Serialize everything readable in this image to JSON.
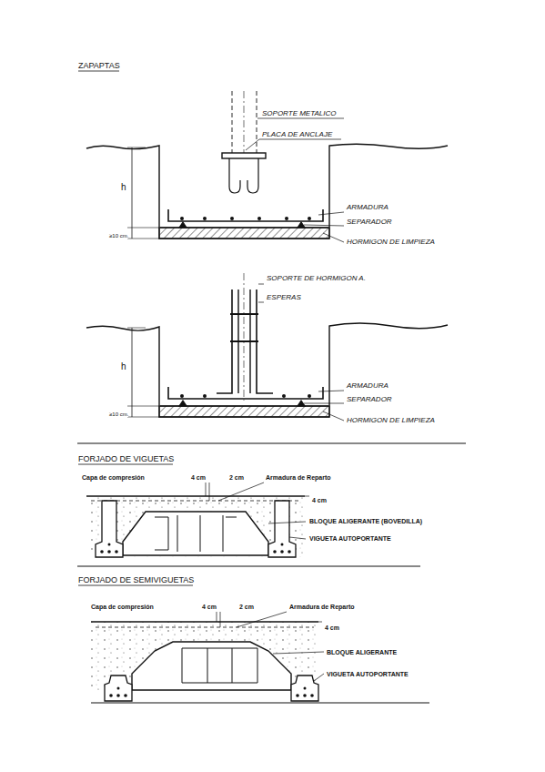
{
  "diagram": {
    "labels": [
      "ZAPAPTAS",
      "SOPORTE METALICO",
      "PLACA DE ANCLAJE",
      "h",
      "ARMADURA",
      "SEPARADOR",
      "≥10 cm.",
      "HORMIGON DE LIMPIEZA",
      "SOPORTE DE HORMIGON A.",
      "ESPERAS",
      "h",
      "ARMADURA",
      "SEPARADOR",
      "≥10 cm.",
      "HORMIGON DE LIMPIEZA",
      "FORJADO DE VIGUETAS",
      "Capa de compresión",
      "4 cm",
      "2 cm",
      "Armadura de Reparto",
      "4 cm",
      "BLOQUE ALIGERANTE (BOVEDILLA)",
      "VIGUETA AUTOPORTANTE",
      "FORJADO DE SEMIVIGUETAS",
      "Capa de compresión",
      "4 cm",
      "2 cm",
      "Armadura de Reparto",
      "4 cm",
      "BLOQUE ALIGERANTE",
      "VIGUETA AUTOPORTANTE"
    ]
  }
}
